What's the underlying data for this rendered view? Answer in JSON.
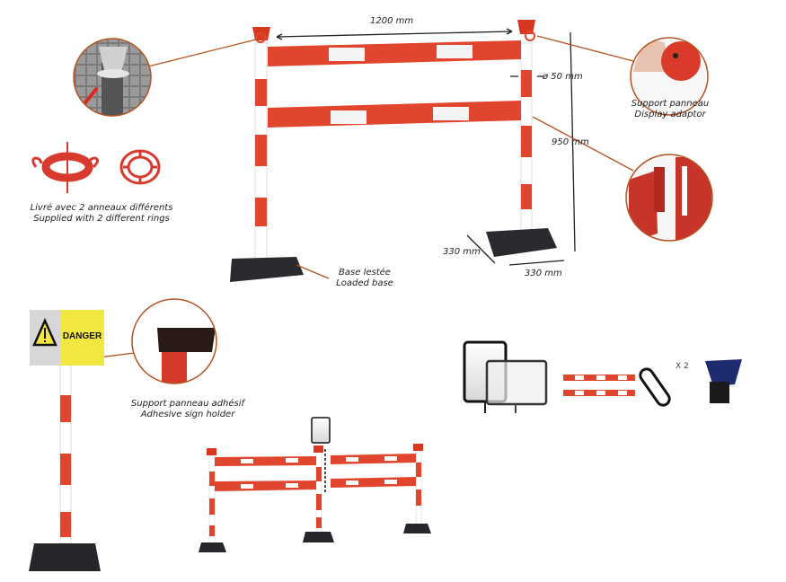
{
  "colors": {
    "barrier_red": "#e0452e",
    "callout_line": "#b5521f",
    "base_black": "#2a2a2e",
    "danger_yellow": "#f2e640",
    "white": "#ffffff"
  },
  "dimensions": {
    "width": "1200 mm",
    "diameter": "ø 50 mm",
    "height": "950 mm",
    "base_depth": "330 mm",
    "base_width": "330 mm"
  },
  "callouts": {
    "display_adaptor": {
      "line1": "Support panneau",
      "line2": "Display adaptor"
    },
    "rings": {
      "line1": "Livré avec 2 anneaux différents",
      "line2": "Supplied with 2 different rings"
    },
    "loaded_base": {
      "line1": "Base lestée",
      "line2": "Loaded base"
    },
    "sign_holder": {
      "line1": "Support panneau adhésif",
      "line2": "Adhesive sign holder"
    }
  },
  "sign": {
    "text": "DANGER",
    "icon": "warning-triangle-icon"
  },
  "accessories": {
    "hook_quantity": "X 2"
  }
}
